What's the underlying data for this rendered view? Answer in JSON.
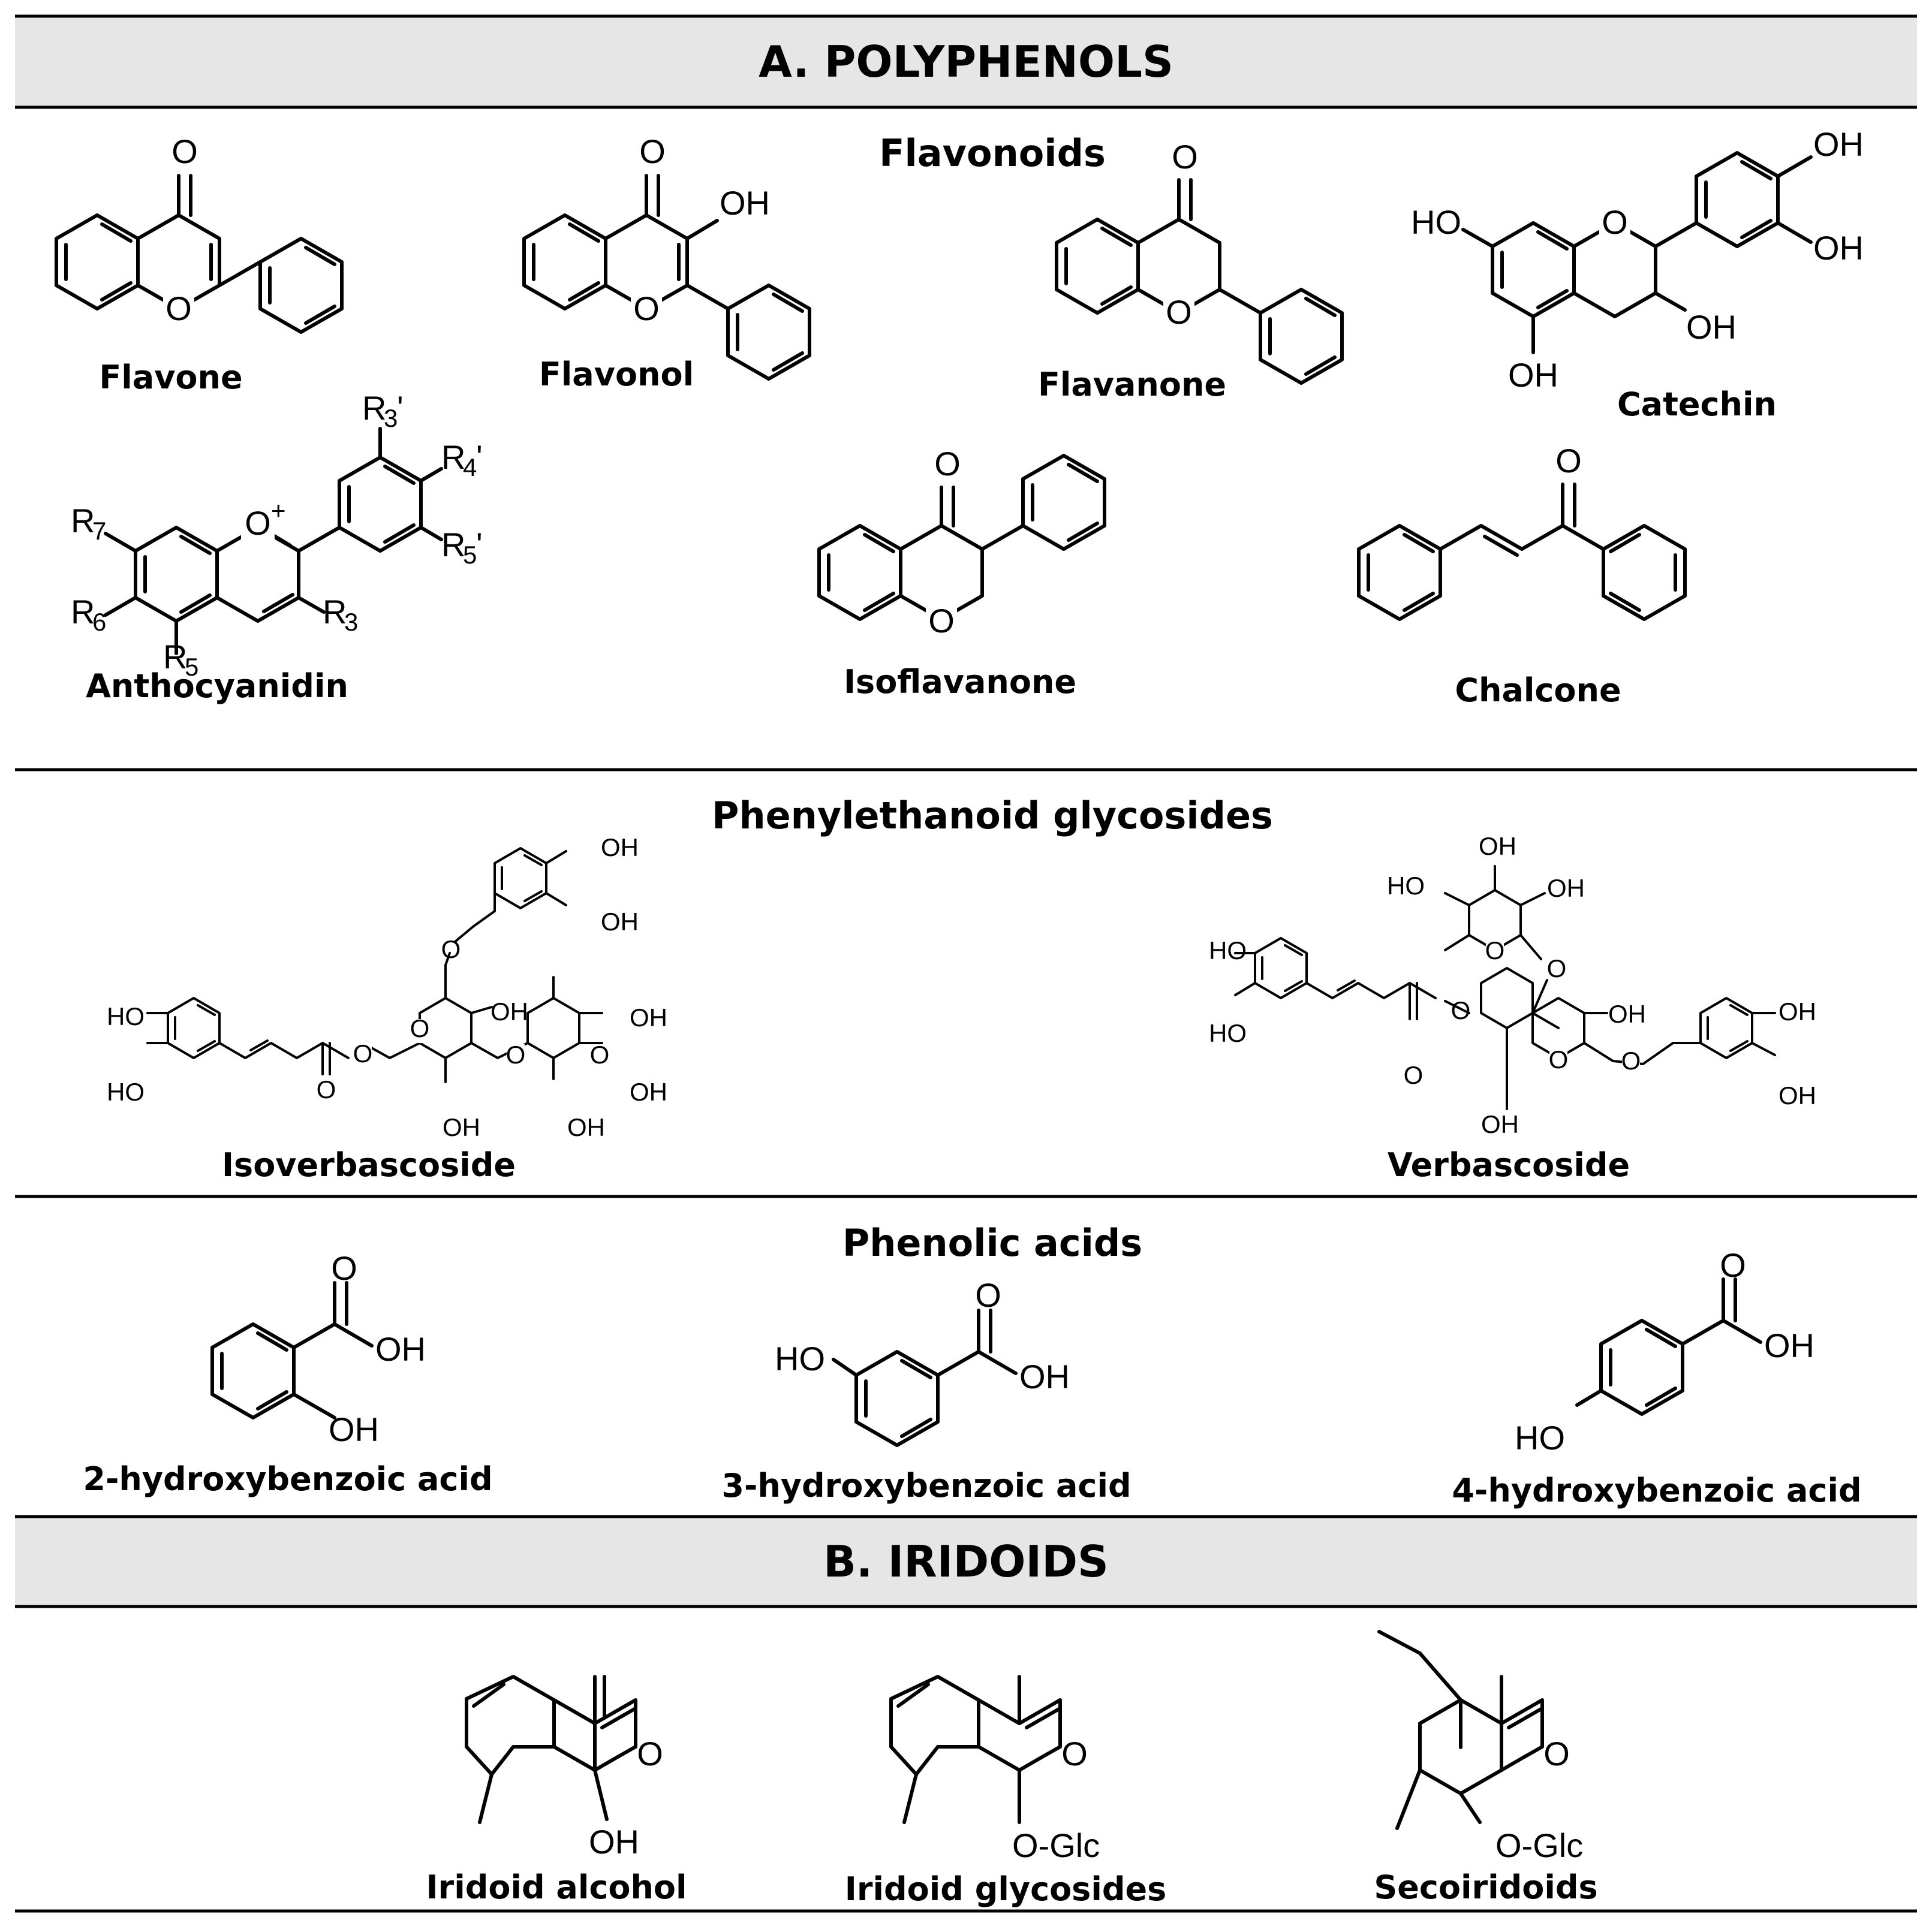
{
  "sections": {
    "polyphenols": {
      "title": "A. POLYPHENOLS",
      "flavonoids": {
        "title": "Flavonoids",
        "compounds": [
          "Flavone",
          "Flavonol",
          "Flavanone",
          "Catechin",
          "Anthocyanidin",
          "Isoflavanone",
          "Chalcone"
        ]
      },
      "phenylethanoid": {
        "title": "Phenylethanoid glycosides",
        "compounds": [
          "Isoverbascoside",
          "Verbascoside"
        ]
      },
      "phenolic": {
        "title": "Phenolic acids",
        "compounds": [
          "2-hydroxybenzoic acid",
          "3-hydroxybenzoic acid",
          "4-hydroxybenzoic acid"
        ]
      }
    },
    "iridoids": {
      "title": "B. IRIDOIDS",
      "compounds": [
        "Iridoid alcohol",
        "Iridoid glycosides",
        "Secoiridoids"
      ]
    }
  },
  "atoms": {
    "O": "O",
    "OH": "OH",
    "HO": "HO",
    "Oplus": "+",
    "OGlc": "O-Glc",
    "R": "R",
    "prime": "'",
    "r3p": "3",
    "r4p": "4",
    "r5p": "5",
    "r3": "3",
    "r5": "5",
    "r6": "6",
    "r7": "7"
  }
}
